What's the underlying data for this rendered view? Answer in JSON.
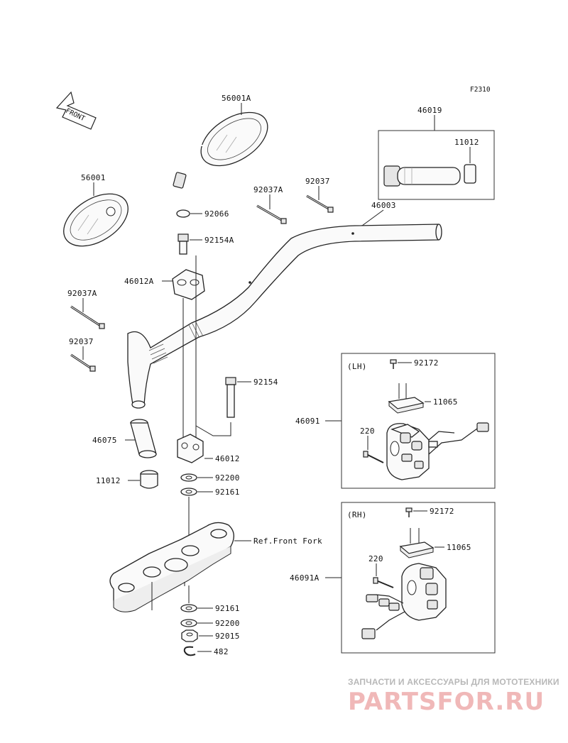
{
  "figure_code": "F2310",
  "front_arrow": {
    "text": "FRONT"
  },
  "boxes": {
    "lh": {
      "label": "(LH)"
    },
    "rh": {
      "label": "(RH)"
    }
  },
  "labels": {
    "p56001A": "56001A",
    "p56001": "56001",
    "p46019": "46019",
    "p11012_top": "11012",
    "p92037A_top": "92037A",
    "p92037_top": "92037",
    "p46003": "46003",
    "p92066": "92066",
    "p92154A": "92154A",
    "p46012A": "46012A",
    "p92037A_left": "92037A",
    "p92037_left": "92037",
    "p92154": "92154",
    "p46075": "46075",
    "p46012": "46012",
    "p11012_left": "11012",
    "p92200_a": "92200",
    "p92161_a": "92161",
    "ref_front_fork": "Ref.Front Fork",
    "p92161_b": "92161",
    "p92200_b": "92200",
    "p92015": "92015",
    "p482": "482",
    "p92172_lh": "92172",
    "p11065_lh": "11065",
    "p46091": "46091",
    "p220_lh": "220",
    "p92172_rh": "92172",
    "p11065_rh": "11065",
    "p46091A": "46091A",
    "p220_rh": "220"
  },
  "watermark": {
    "caption": "ЗАПЧАСТИ И АКСЕССУАРЫ ДЛЯ МОТОТЕХНИКИ",
    "logo": "PARTSFOR.RU"
  },
  "colors": {
    "line": "#222222",
    "watermark_caption": "#b8b8b8",
    "watermark_logo": "#f0b8b8"
  }
}
